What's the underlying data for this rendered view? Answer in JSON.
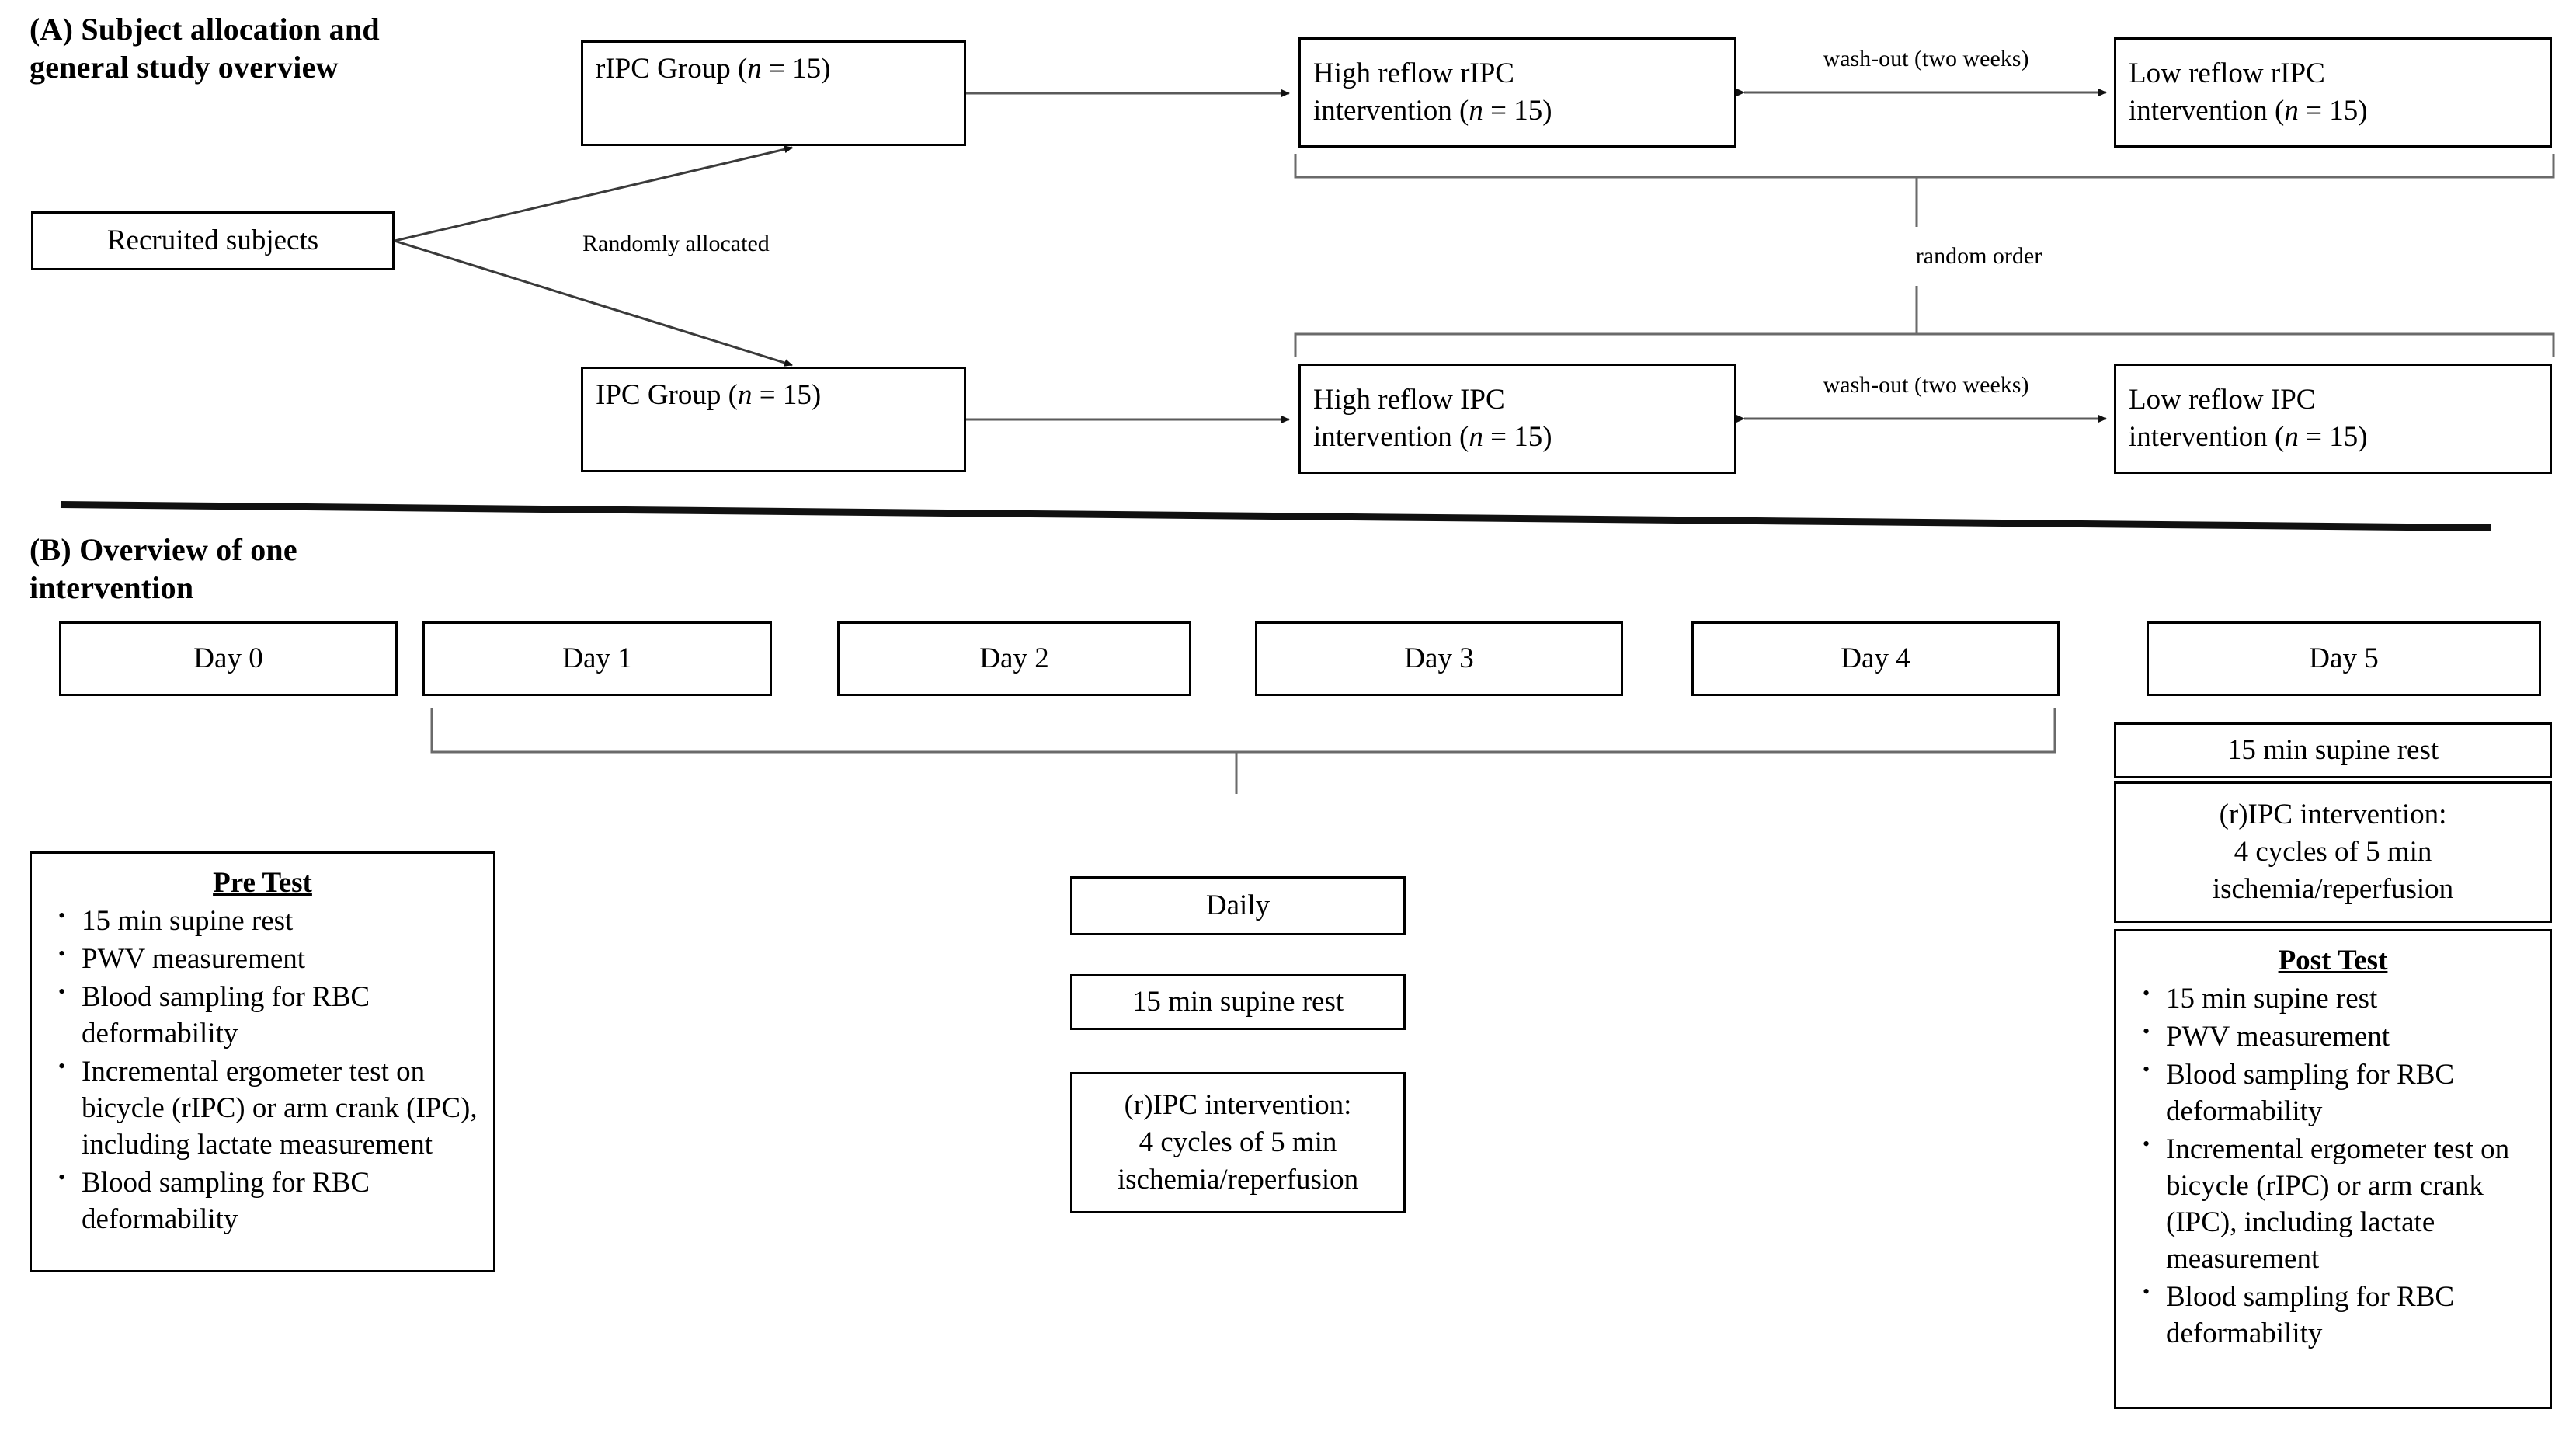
{
  "panelA": {
    "title": "(A) Subject allocation and general study overview",
    "recruited": "Recruited subjects",
    "randomly_allocated_label": "Randomly allocated",
    "random_order_label": "random order",
    "washout_label": "wash-out (two  weeks)",
    "rows": [
      {
        "group": "rIPC Group (n = 15)",
        "group_prefix": "rIPC Group (",
        "group_n": "n",
        "group_suffix": " = 15)",
        "high": "High reflow rIPC intervention (n = 15)",
        "high_line1": "High reflow rIPC",
        "high_line2_prefix": "intervention (",
        "high_line2_n": "n",
        "high_line2_suffix": " = 15)",
        "low_line1": "Low reflow rIPC",
        "low_line2_prefix": "intervention (",
        "low_line2_n": "n",
        "low_line2_suffix": " = 15)"
      },
      {
        "group": "IPC Group (n = 15)",
        "group_prefix": "IPC Group (",
        "group_n": "n",
        "group_suffix": " = 15)",
        "high": "High reflow IPC intervention (n = 15)",
        "high_line1": "High reflow IPC",
        "high_line2_prefix": "intervention (",
        "high_line2_n": "n",
        "high_line2_suffix": " = 15)",
        "low_line1": "Low reflow IPC",
        "low_line2_prefix": "intervention (",
        "low_line2_n": "n",
        "low_line2_suffix": " = 15)"
      }
    ]
  },
  "panelB": {
    "title": "(B) Overview of one intervention",
    "days": [
      "Day 0",
      "Day 1",
      "Day 2",
      "Day 3",
      "Day 4",
      "Day 5"
    ],
    "pre_test": {
      "title": "Pre Test",
      "items": [
        "15 min supine rest",
        "PWV measurement",
        "Blood sampling for RBC deformability",
        "Incremental ergometer test on bicycle (rIPC) or arm crank (IPC), including lactate measurement",
        "Blood sampling for RBC deformability"
      ]
    },
    "daily": {
      "heading": "Daily",
      "rest": "15 min supine rest",
      "intervention_line1": "(r)IPC intervention:",
      "intervention_line2": "4 cycles of 5 min",
      "intervention_line3": "ischemia/reperfusion"
    },
    "day5": {
      "rest": "15 min supine rest",
      "intervention_line1": "(r)IPC intervention:",
      "intervention_line2": "4 cycles of 5 min",
      "intervention_line3": "ischemia/reperfusion",
      "post_test": {
        "title": "Post Test",
        "items": [
          "15 min supine rest",
          "PWV measurement",
          "Blood sampling for RBC deformability",
          "Incremental ergometer test on bicycle (rIPC) or arm crank (IPC), including lactate measurement",
          "Blood sampling for RBC deformability"
        ]
      }
    }
  },
  "colors": {
    "ink": "#000000",
    "line": "#4a4a4a",
    "background": "#ffffff"
  }
}
